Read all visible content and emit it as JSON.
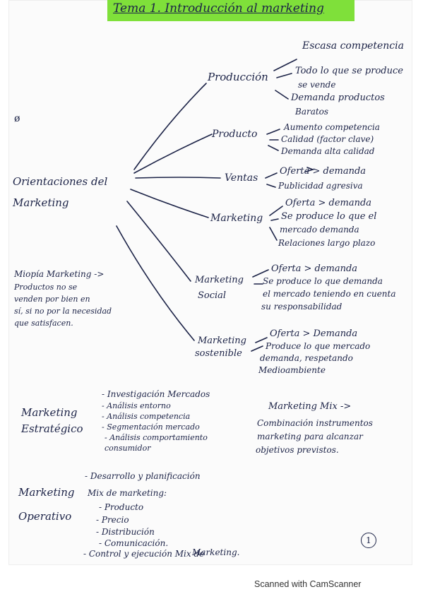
{
  "title": "Tema 1. Introducción al marketing",
  "root": [
    "Orientaciones del",
    "Marketing"
  ],
  "produccion": {
    "label": "Producción",
    "items": [
      "Escasa competencia",
      "Todo lo que se produce",
      "se vende",
      "Demanda productos",
      "Baratos"
    ]
  },
  "producto": {
    "label": "Producto",
    "items": [
      "Aumento competencia",
      "Calidad (factor clave)",
      "Demanda alta calidad"
    ]
  },
  "ventas": {
    "label": "Ventas",
    "items": [
      "Oferta > demanda",
      "Publicidad agresiva"
    ]
  },
  "marketing": {
    "label": "Marketing",
    "items": [
      "Oferta > demanda",
      "Se produce lo que el",
      "mercado demanda",
      "Relaciones largo plazo"
    ]
  },
  "marketing_social": {
    "label": [
      "Marketing",
      "Social"
    ],
    "items": [
      "Oferta > demanda",
      "Se produce lo que demanda",
      "el mercado teniendo en cuenta",
      "su responsabilidad"
    ]
  },
  "marketing_sostenible": {
    "label": [
      "Marketing",
      "sostenible"
    ],
    "items": [
      "Oferta > Demanda",
      "Produce lo que mercado",
      "demanda, respetando",
      "Medioambiente"
    ]
  },
  "miopia": [
    "Miopía Marketing ->",
    "Productos no se",
    "venden por bien en",
    "sí, si no por la necesidad",
    "que satisfacen."
  ],
  "estrategico": {
    "label": [
      "Marketing",
      "Estratégico"
    ],
    "items": [
      "- Investigación Mercados",
      "- Análisis entorno",
      "- Análisis competencia",
      "- Segmentación mercado",
      "- Análisis comportamiento",
      "consumidor"
    ]
  },
  "mix": {
    "label": "Marketing Mix ->",
    "text": [
      "Combinación instrumentos",
      "marketing para alcanzar",
      "objetivos previstos."
    ]
  },
  "operativo": {
    "label": [
      "Marketing",
      "Operativo"
    ],
    "items": [
      "- Desarrollo y planificación",
      "Mix de marketing:",
      "- Producto",
      "- Precio",
      "- Distribución",
      "- Comunicación.",
      "- Control y ejecución Mix de",
      "Marketing."
    ]
  },
  "page_number": "1",
  "footer": "Scanned with CamScanner",
  "colors": {
    "ink": "#1c2347",
    "highlight": "#7fe03a"
  }
}
